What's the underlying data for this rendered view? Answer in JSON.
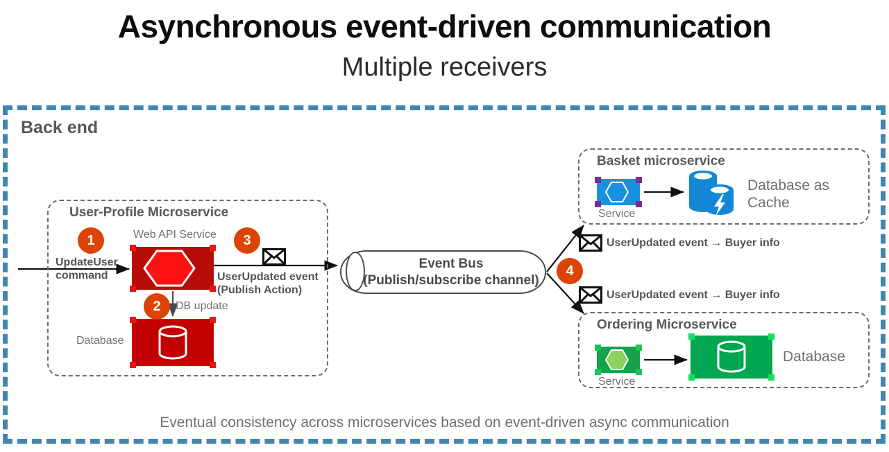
{
  "header": {
    "title": "Asynchronous event-driven communication",
    "subtitle": "Multiple receivers"
  },
  "backend": {
    "label": "Back end"
  },
  "user_profile": {
    "title": "User-Profile Microservice",
    "webapi_caption": "Web API Service",
    "database_caption": "Database",
    "incoming_command_line1": "UpdateUser",
    "incoming_command_line2": "command",
    "db_update_label": "DB update",
    "publish_line1": "UserUpdated event",
    "publish_line2": "(Publish Action)"
  },
  "event_bus": {
    "line1": "Event Bus",
    "line2": "(Publish/subscribe channel)"
  },
  "basket": {
    "title": "Basket microservice",
    "service_caption": "Service",
    "database_caption_line1": "Database as",
    "database_caption_line2": "Cache"
  },
  "ordering": {
    "title": "Ordering Microservice",
    "service_caption": "Service",
    "database_caption": "Database"
  },
  "subscriptions": [
    {
      "label": "UserUpdated event → Buyer info"
    },
    {
      "label": "UserUpdated event → Buyer info"
    }
  ],
  "steps": [
    {
      "number": "1"
    },
    {
      "number": "2"
    },
    {
      "number": "3"
    },
    {
      "number": "4"
    }
  ],
  "footer": {
    "note": "Eventual consistency across microservices based on event-driven async communication"
  },
  "colors": {
    "backend_border": "#4186ae",
    "badge": "#dc4405",
    "red_service": "#b80c09",
    "red_db": "#c20000",
    "blue_service": "#1b8fe0",
    "purple_handle": "#7b2d8e",
    "green_service": "#15a24a",
    "green_db": "#00a650",
    "text_gray": "#585858",
    "caption_gray": "#6f6f6f"
  }
}
